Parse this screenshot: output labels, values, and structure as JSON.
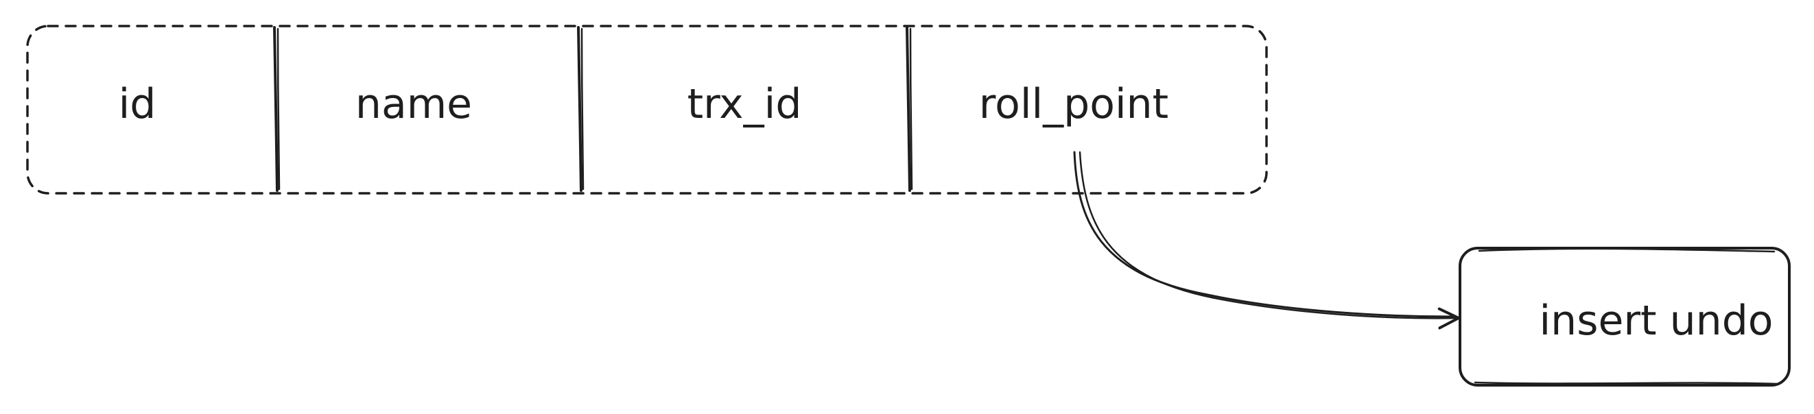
{
  "record": {
    "fields": [
      {
        "label": "id"
      },
      {
        "label": "name"
      },
      {
        "label": "trx_id"
      },
      {
        "label": "roll_point"
      }
    ]
  },
  "undo_box": {
    "label": "insert undo"
  },
  "colors": {
    "stroke": "#1e1e1e",
    "background": "#ffffff"
  }
}
